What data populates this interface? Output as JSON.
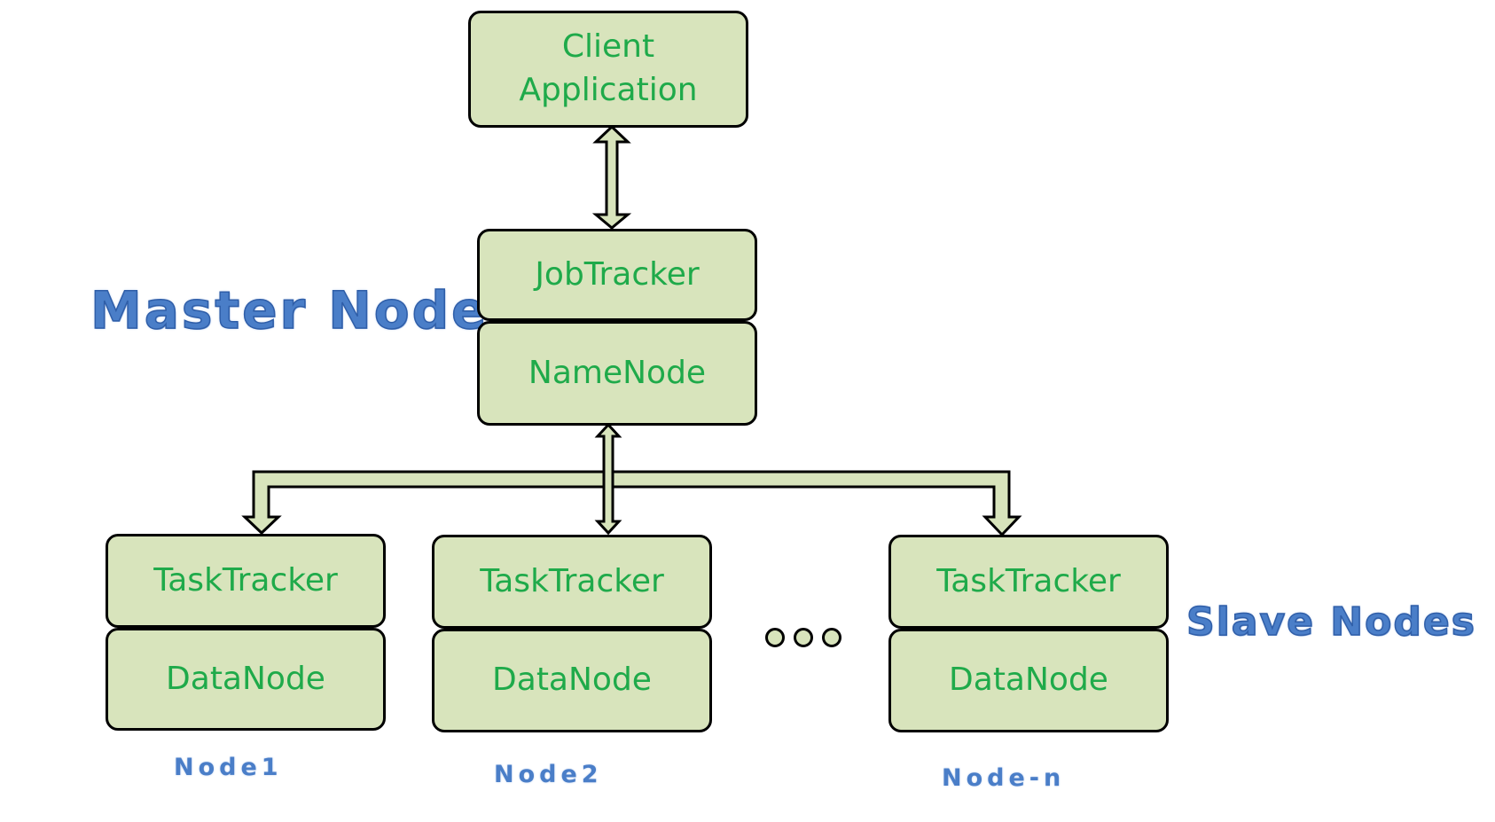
{
  "client": {
    "line1": "Client",
    "line2": "Application"
  },
  "master": {
    "label": "Master Node",
    "job_tracker": "JobTracker",
    "name_node": "NameNode"
  },
  "slaves": {
    "label": "Slave Nodes",
    "ellipsis_icon": "ellipsis-dots-icon",
    "nodes": [
      {
        "task_tracker": "TaskTracker",
        "data_node": "DataNode",
        "name": "Node1"
      },
      {
        "task_tracker": "TaskTracker",
        "data_node": "DataNode",
        "name": "Node2"
      },
      {
        "task_tracker": "TaskTracker",
        "data_node": "DataNode",
        "name": "Node-n"
      }
    ]
  },
  "colors": {
    "box_fill": "#d8e4bc",
    "box_text": "#1faa4a",
    "label_text": "#4a7ec8",
    "stroke": "#000000"
  }
}
